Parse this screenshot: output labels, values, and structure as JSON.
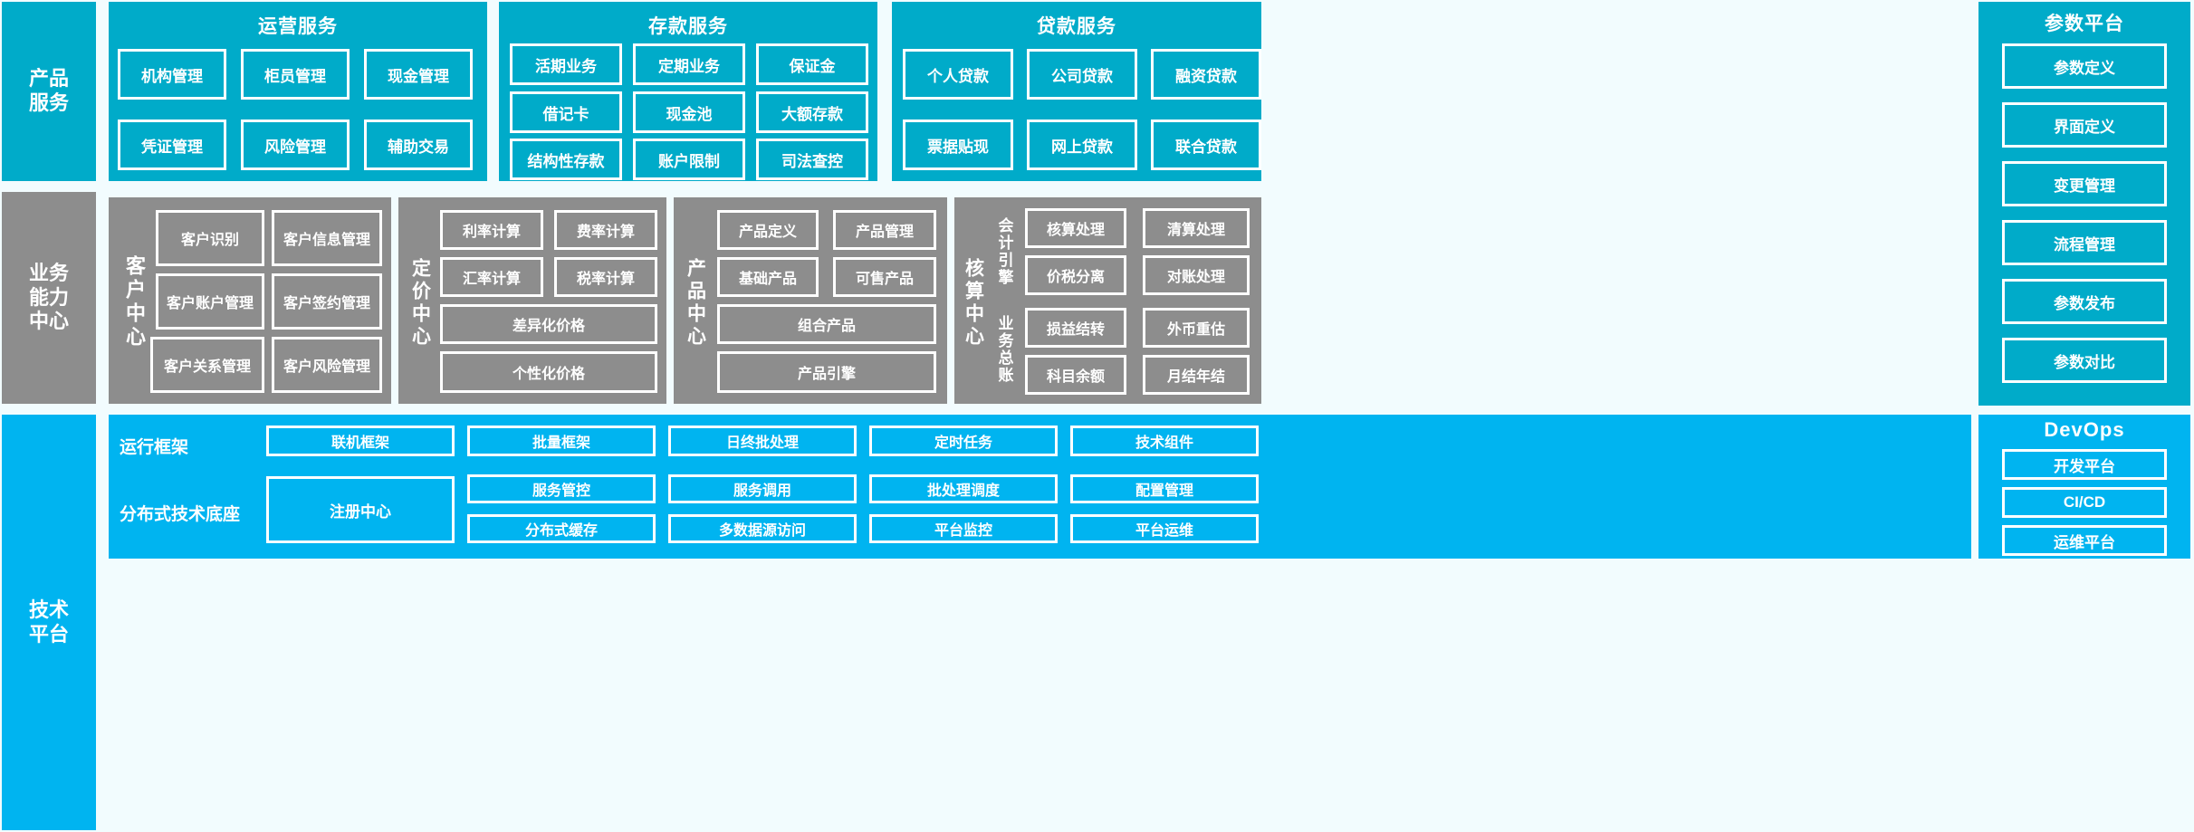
{
  "colors": {
    "teal": "#00ABC9",
    "gray": "#8d8d8d",
    "blue": "#00B4F0",
    "background": "#f2fcfe",
    "tile_border": "#ffffff",
    "text": "#ffffff"
  },
  "layers": {
    "product_service": {
      "label": "产品\n服务"
    },
    "business_capability": {
      "label": "业务\n能力\n中心"
    },
    "technology_platform": {
      "label": "技术\n平台"
    }
  },
  "product_service": {
    "groups": [
      {
        "title": "运营服务",
        "tiles": [
          "机构管理",
          "柜员管理",
          "现金管理",
          "凭证管理",
          "风险管理",
          "辅助交易"
        ]
      },
      {
        "title": "存款服务",
        "tiles": [
          "活期业务",
          "定期业务",
          "保证金",
          "借记卡",
          "现金池",
          "大额存款",
          "结构性存款",
          "账户限制",
          "司法查控"
        ]
      },
      {
        "title": "贷款服务",
        "tiles": [
          "个人贷款",
          "公司贷款",
          "融资贷款",
          "票据贴现",
          "网上贷款",
          "联合贷款"
        ]
      }
    ]
  },
  "parameter_platform": {
    "title": "参数平台",
    "tiles": [
      "参数定义",
      "界面定义",
      "变更管理",
      "流程管理",
      "参数发布",
      "参数对比"
    ]
  },
  "business_capability": {
    "centers": [
      {
        "name": "客户中心",
        "sublabels": [],
        "tiles": [
          "客户识别",
          "客户信息管理",
          "客户账户管理",
          "客户签约管理",
          "客户关系管理",
          "客户风险管理"
        ]
      },
      {
        "name": "定价中心",
        "sublabels": [],
        "tiles": [
          "利率计算",
          "费率计算",
          "汇率计算",
          "税率计算",
          "差异化价格",
          "个性化价格"
        ]
      },
      {
        "name": "产品中心",
        "sublabels": [],
        "tiles": [
          "产品定义",
          "产品管理",
          "基础产品",
          "可售产品",
          "组合产品",
          "产品引擎"
        ]
      },
      {
        "name": "核算中心",
        "sublabels": [
          "会计引擎",
          "业务总账"
        ],
        "tiles": [
          "核算处理",
          "清算处理",
          "价税分离",
          "对账处理",
          "损益结转",
          "外币重估",
          "科目余额",
          "月结年结"
        ]
      }
    ]
  },
  "technology_platform": {
    "rows": [
      {
        "label": "运行框架",
        "tiles": [
          "联机框架",
          "批量框架",
          "日终批处理",
          "定时任务",
          "技术组件"
        ]
      },
      {
        "label": "分布式技术底座",
        "feature_tile": "注册中心",
        "tiles_top": [
          "服务管控",
          "服务调用",
          "批处理调度",
          "配置管理"
        ],
        "tiles_bottom": [
          "分布式缓存",
          "多数据源访问",
          "平台监控",
          "平台运维"
        ]
      }
    ]
  },
  "devops": {
    "title": "DevOps",
    "tiles": [
      "开发平台",
      "CI/CD",
      "运维平台"
    ]
  }
}
